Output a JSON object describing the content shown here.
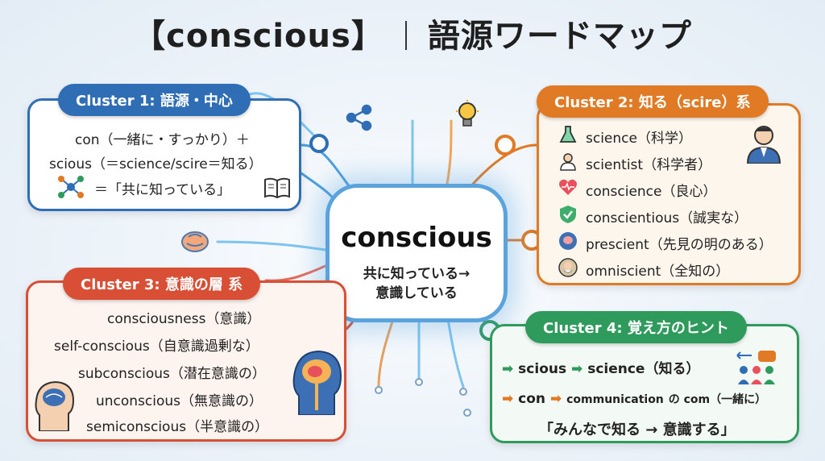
{
  "title": {
    "word": "【conscious】",
    "subtitle": "語源ワードマップ"
  },
  "center": {
    "word": "conscious",
    "line1": "共に知っている→",
    "line2": "意識している"
  },
  "cluster1": {
    "label": "Cluster 1: 語源・中心",
    "line1": "con（一緒に・すっかり）＋",
    "line2": "scious（＝science/scire＝知る）",
    "line3": "＝「共に知っている」"
  },
  "cluster2": {
    "label": "Cluster 2: 知る（scire）系",
    "items": [
      {
        "word": "science（科学）",
        "icon": "flask-icon"
      },
      {
        "word": "scientist（科学者）",
        "icon": "scientist-icon"
      },
      {
        "word": "conscience（良心）",
        "icon": "heart-icon"
      },
      {
        "word": "conscientious（誠実な）",
        "icon": "shield-check-icon"
      },
      {
        "word": "prescient（先見の明のある）",
        "icon": "brain-icon"
      },
      {
        "word": "omniscient（全知の）",
        "icon": "sage-icon"
      }
    ]
  },
  "cluster3": {
    "label": "Cluster 3: 意識の層 系",
    "items": [
      "consciousness（意識）",
      "self-conscious（自意識過剰な）",
      "subconscious（潜在意識の）",
      "unconscious（無意識の）",
      "semiconscious（半意識の）"
    ]
  },
  "cluster4": {
    "label": "Cluster 4: 覚え方のヒント",
    "hint1_a": "scious",
    "hint1_b": "science（知る）",
    "hint2_a": "con",
    "hint2_b": "communication",
    "hint2_c": "の com（一緒に）",
    "hint3": "「みんなで知る → 意識する」"
  },
  "colors": {
    "blue": "#2f6eb5",
    "orange": "#e07a25",
    "red": "#d94f35",
    "green": "#2e9a5c"
  }
}
